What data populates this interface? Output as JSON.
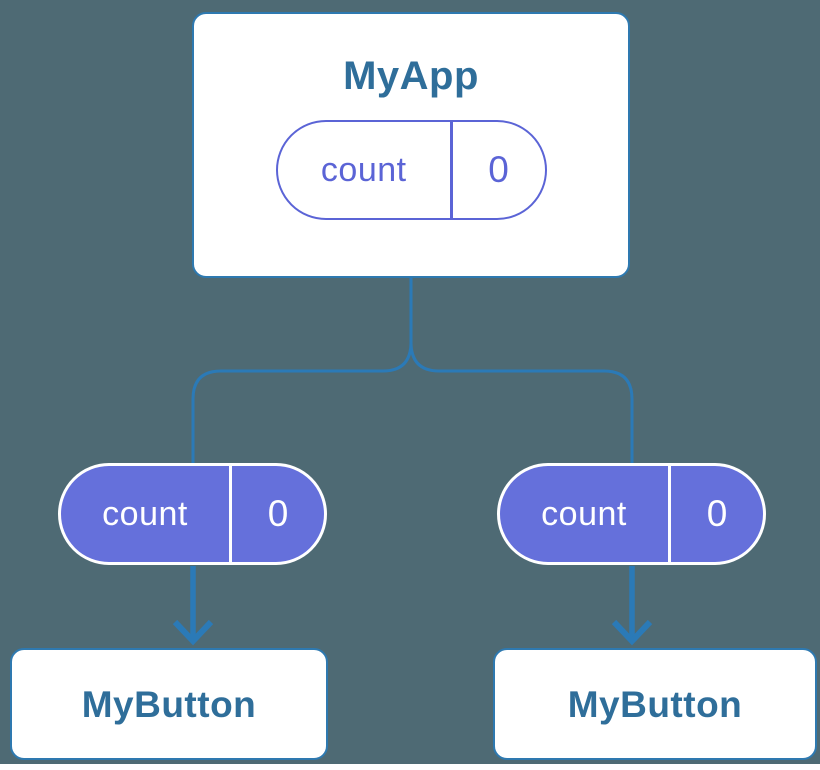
{
  "colors": {
    "panel_background": "#4E6A74",
    "page_background": "#FFFFFF",
    "connector_blue": "#2B7AB7",
    "card_border_blue": "#2E79B0",
    "card_text_blue": "#2F6E9A",
    "pill_outline_purple": "#5B64D6",
    "pill_fill_purple": "#6570DB",
    "pill_text_on_fill": "#FFFFFF"
  },
  "diagram": {
    "root": {
      "title": "MyApp",
      "state": {
        "name": "count",
        "value": "0"
      }
    },
    "children": [
      {
        "title": "MyButton",
        "prop": {
          "name": "count",
          "value": "0"
        }
      },
      {
        "title": "MyButton",
        "prop": {
          "name": "count",
          "value": "0"
        }
      }
    ]
  }
}
